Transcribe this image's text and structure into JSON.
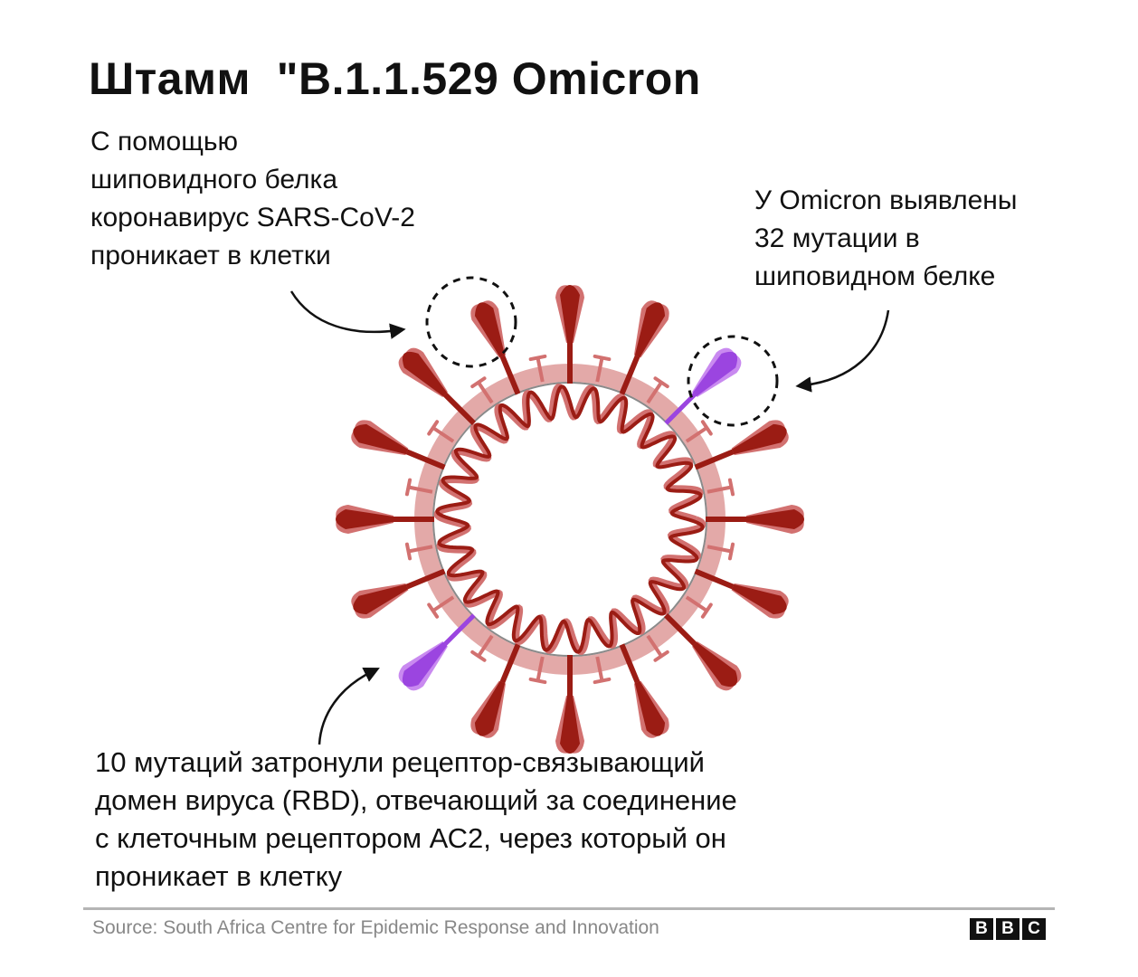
{
  "title": "Штамм  \"B.1.1.529 Omicron",
  "left_note": [
    "С помощью",
    "шиповидного белка",
    "коронавирус  SARS-CoV-2",
    "проникает в клетки"
  ],
  "right_note": [
    "У Omicron  выявлены",
    " 32 мутации в",
    "шиповидном белке"
  ],
  "bottom_note": [
    "10 мутаций затронули рецептор-связывающий",
    "домен вируса (RBD), отвечающий за соединение",
    "с клеточным рецептором АС2, через который он",
    "проникает в клетку"
  ],
  "footer": {
    "source": "Source:  South Africa Centre for Epidemic Response and Innovation",
    "logo": [
      "B",
      "B",
      "C"
    ]
  },
  "colors": {
    "spike_dark": "#9b1c14",
    "spike_light": "#d27170",
    "membrane": "#e3a9a8",
    "mutation": "#9b45e0",
    "mutation_light": "#c98af0"
  }
}
